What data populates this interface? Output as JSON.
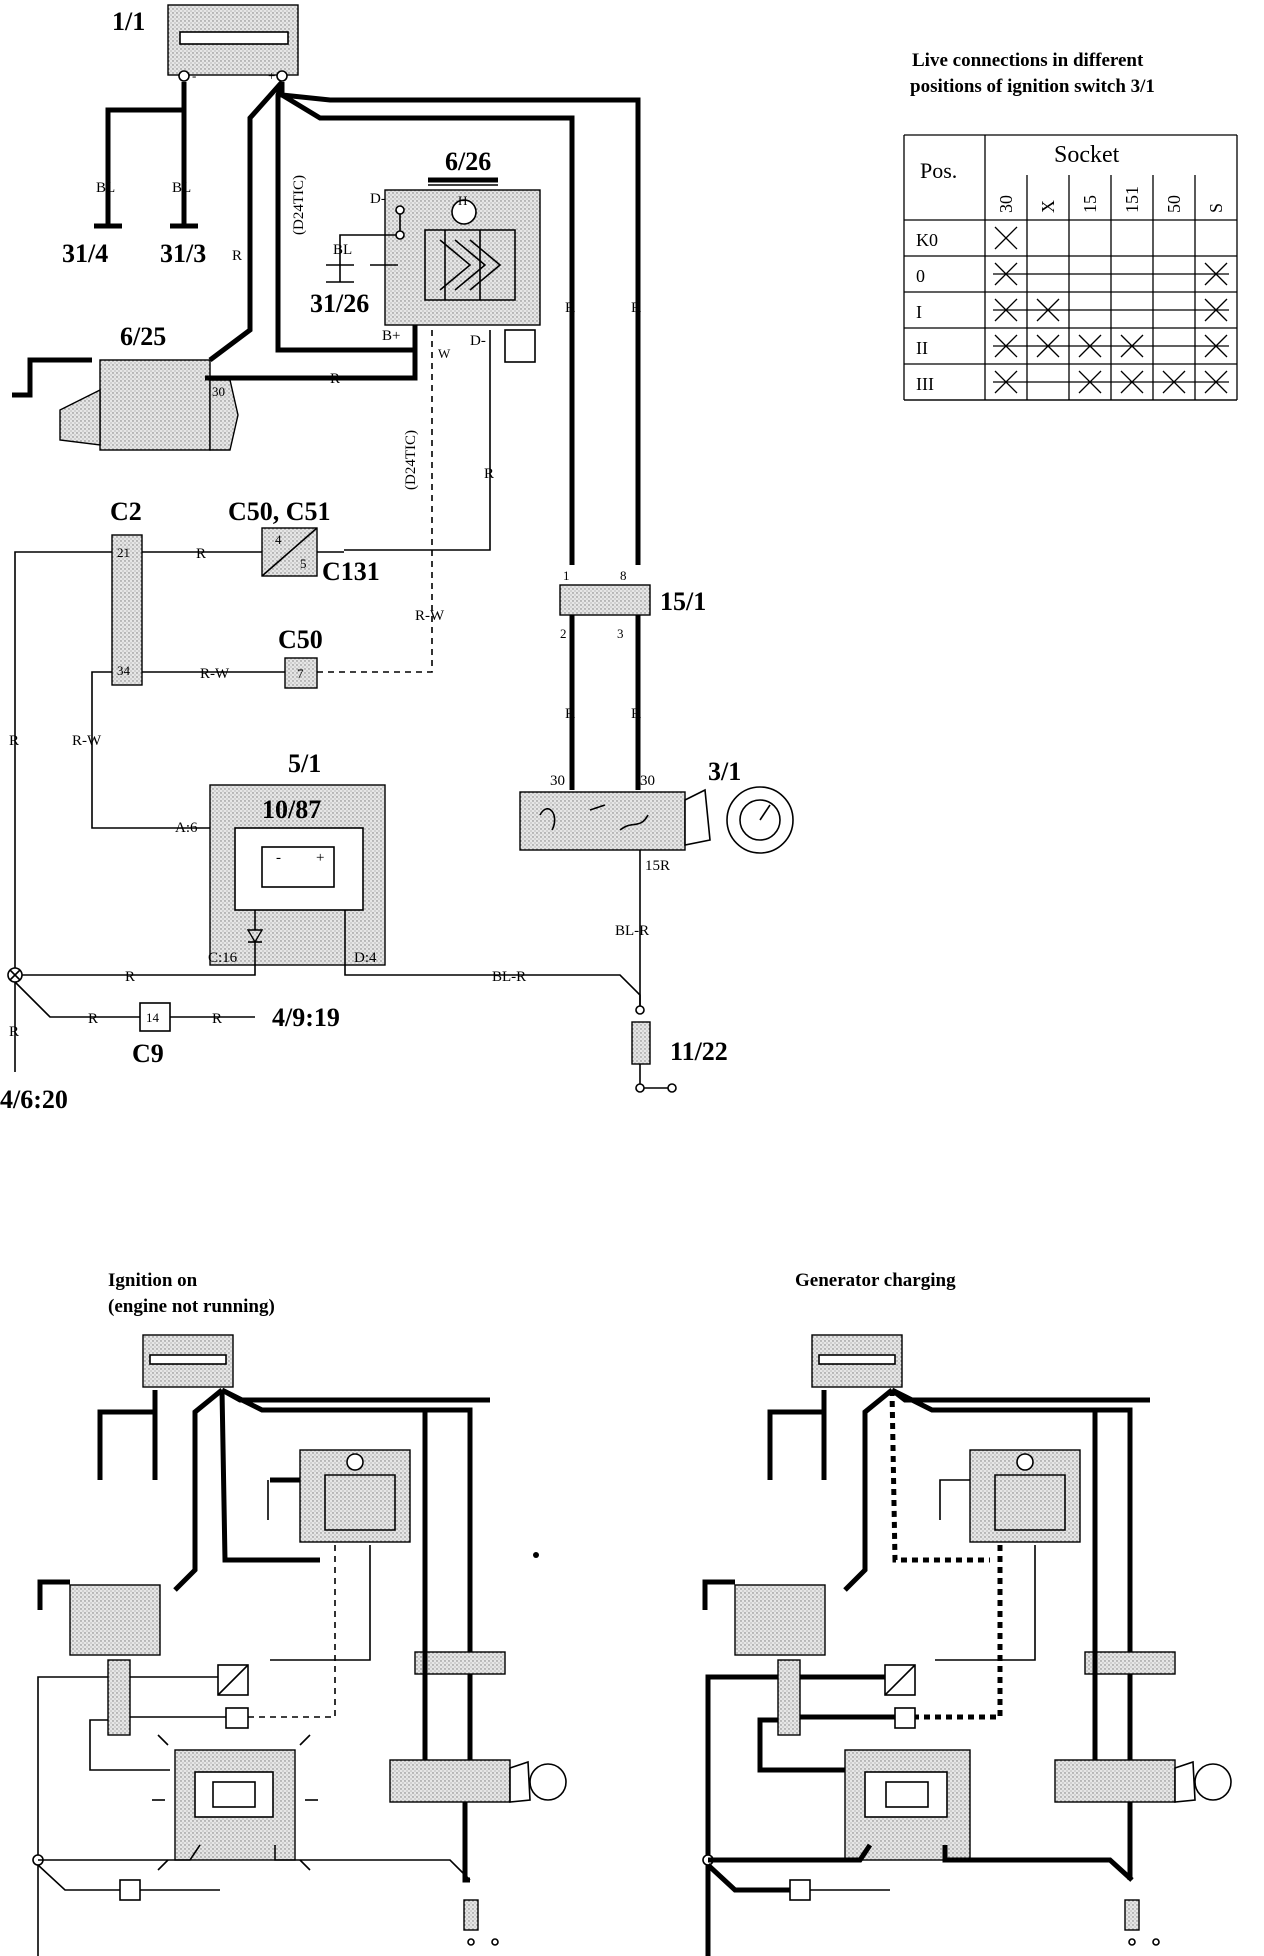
{
  "components": {
    "battery": "1/1",
    "ground_31_4": "31/4",
    "ground_31_3": "31/3",
    "alternator": "6/26",
    "ground_31_26": "31/26",
    "starter": "6/25",
    "connector_c2": "C2",
    "connector_c50_c51": "C50, C51",
    "connector_c131": "C131",
    "connector_c50": "C50",
    "connector_15_1": "15/1",
    "ignition_switch": "3/1",
    "instrument_5_1": "5/1",
    "instrument_sub": "10/87",
    "ref_4_9_19": "4/9:19",
    "connector_c9": "C9",
    "ref_4_6_20": "4/6:20",
    "fuse_11_22": "11/22"
  },
  "variant_labels": {
    "upper": "(D24TIC)",
    "lower": "(D24TIC)"
  },
  "wire_colors": {
    "bl": "BL",
    "r": "R",
    "rw": "R-W",
    "blr": "BL-R"
  },
  "pins": {
    "d_minus": "D-",
    "b_plus": "B+",
    "w": "W",
    "d_minus_2": "D-",
    "b30": "30",
    "c2_21": "21",
    "c2_34": "34",
    "c50_4": "4",
    "c50_5": "5",
    "c50_7": "7",
    "p15_1": "1",
    "p15_8": "8",
    "p15_2": "2",
    "p15_3": "3",
    "sw30a": "30",
    "sw30b": "30",
    "sw15r": "15R",
    "a6": "A:6",
    "c16": "C:16",
    "d4": "D:4",
    "c9_14": "14",
    "batt_minus": "-",
    "batt_plus": "+",
    "top_h": "H"
  },
  "table": {
    "title_line1": "Live connections in different",
    "title_line2": "positions of ignition switch 3/1",
    "pos_header": "Pos.",
    "socket_header": "Socket",
    "sockets": [
      "30",
      "X",
      "15",
      "151",
      "50",
      "S"
    ],
    "rows": [
      {
        "pos": "K0",
        "live": [
          1,
          0,
          0,
          0,
          0,
          0
        ],
        "bar": [
          0,
          0
        ]
      },
      {
        "pos": "0",
        "live": [
          1,
          0,
          0,
          0,
          0,
          1
        ],
        "bar": [
          0,
          5
        ]
      },
      {
        "pos": "I",
        "live": [
          1,
          1,
          0,
          0,
          0,
          1
        ],
        "bar": [
          0,
          5
        ]
      },
      {
        "pos": "II",
        "live": [
          1,
          1,
          1,
          1,
          0,
          1
        ],
        "bar": [
          0,
          5
        ]
      },
      {
        "pos": "III",
        "live": [
          1,
          0,
          1,
          1,
          1,
          1
        ],
        "bar": [
          0,
          5
        ]
      }
    ]
  },
  "captions": {
    "ignition_on_1": "Ignition on",
    "ignition_on_2": "(engine not running)",
    "charging": "Generator charging"
  }
}
